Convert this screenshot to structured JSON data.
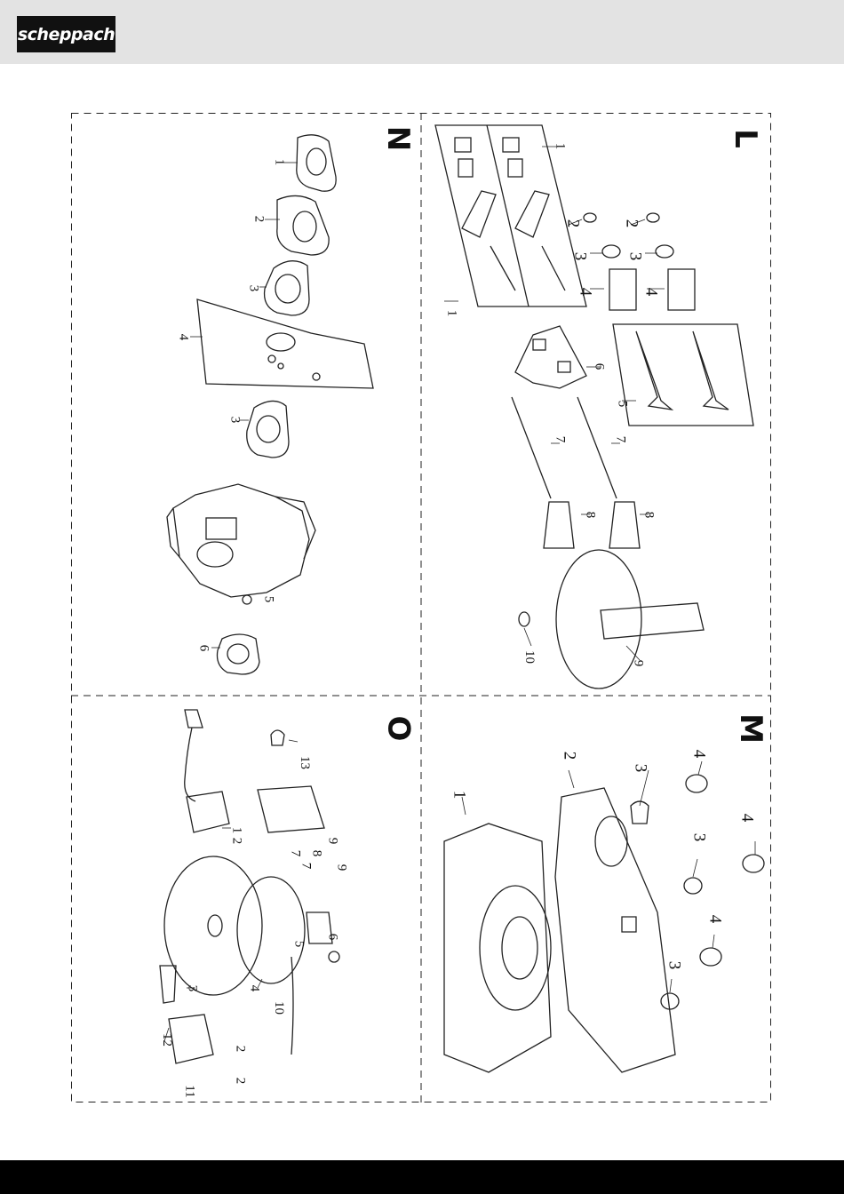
{
  "brand": {
    "logo_text": "scheppach",
    "header_bg": "#e3e3e3",
    "footer_bg": "#000000"
  },
  "panels": {
    "N": {
      "label": "N",
      "callouts": [
        "1",
        "2",
        "3",
        "4",
        "3",
        "5",
        "6"
      ]
    },
    "L": {
      "label": "L",
      "callouts": [
        "1",
        "1",
        "2",
        "2",
        "3",
        "3",
        "4",
        "4",
        "6",
        "5",
        "7",
        "7",
        "8",
        "8",
        "9",
        "10"
      ]
    },
    "O": {
      "label": "O",
      "callouts": [
        "13",
        "1",
        "2",
        "7",
        "7",
        "8",
        "9",
        "9",
        "3",
        "4",
        "5",
        "6",
        "10",
        "12",
        "11",
        "2",
        "2"
      ]
    },
    "M": {
      "label": "M",
      "callouts": [
        "1",
        "2",
        "3",
        "4",
        "3",
        "4",
        "4",
        "3"
      ]
    }
  }
}
